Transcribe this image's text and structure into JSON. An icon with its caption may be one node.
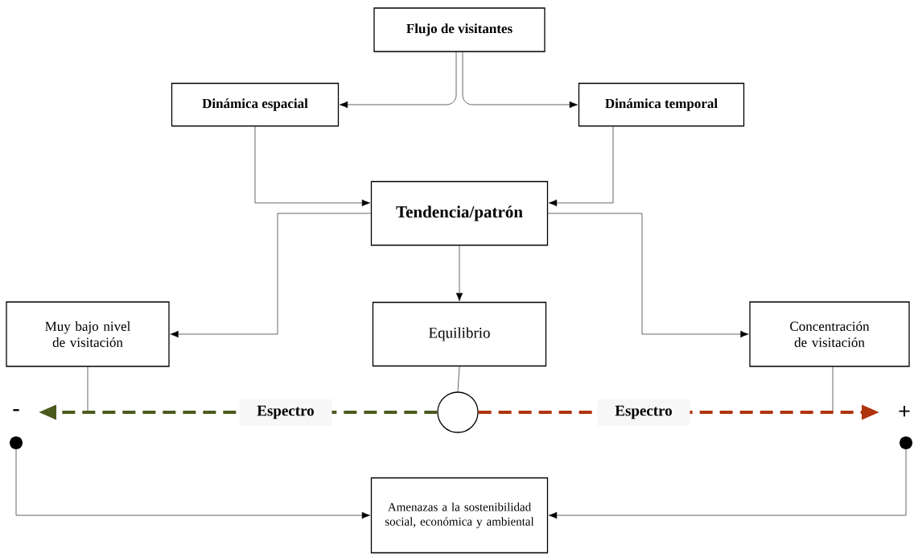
{
  "diagram": {
    "nodes": [
      {
        "text": [
          "Flujo de visitantes"
        ]
      },
      {
        "text": [
          "Dinámica espacial"
        ]
      },
      {
        "text": [
          "Dinámica temporal"
        ]
      },
      {
        "text": [
          "Tendencia/patrón"
        ]
      },
      {
        "text": [
          "Muy bajo nivel de visitación"
        ]
      },
      {
        "text": [
          "Equilibrio"
        ]
      },
      {
        "text": [
          "Concentración de visitación"
        ]
      },
      {
        "text": [],
        "shape": "circle"
      },
      {
        "text": [],
        "shape": "dot"
      },
      {
        "text": [],
        "shape": "dot"
      },
      {
        "text": [
          "Amenazas a la sostenibilidad social, económica y ambiental"
        ]
      }
    ],
    "edges": [
      {
        "from": 0,
        "to": 1,
        "arrow": "to"
      },
      {
        "from": 0,
        "to": 2,
        "arrow": "to"
      },
      {
        "from": 1,
        "to": 3,
        "arrow": "to"
      },
      {
        "from": 2,
        "to": 3,
        "arrow": "to"
      },
      {
        "from": 3,
        "to": 4,
        "arrow": "to"
      },
      {
        "from": 3,
        "to": 5,
        "arrow": "to"
      },
      {
        "from": 3,
        "to": 6,
        "arrow": "to"
      },
      {
        "from": 4,
        "to": null,
        "arrow": "none"
      },
      {
        "from": 5,
        "to": 7,
        "arrow": "none"
      },
      {
        "from": 6,
        "to": null,
        "arrow": "none"
      },
      {
        "from": 7,
        "to": null,
        "arrow": "to",
        "label": "Espectro",
        "style": "dashed",
        "color": "#4b5a1e"
      },
      {
        "from": 7,
        "to": null,
        "arrow": "to",
        "label": "Espectro",
        "style": "dashed",
        "color": "#b0340f"
      },
      {
        "from": 8,
        "to": 10,
        "arrow": "to"
      },
      {
        "from": 9,
        "to": 10,
        "arrow": "to"
      }
    ],
    "labels": [
      "-",
      "+"
    ]
  }
}
